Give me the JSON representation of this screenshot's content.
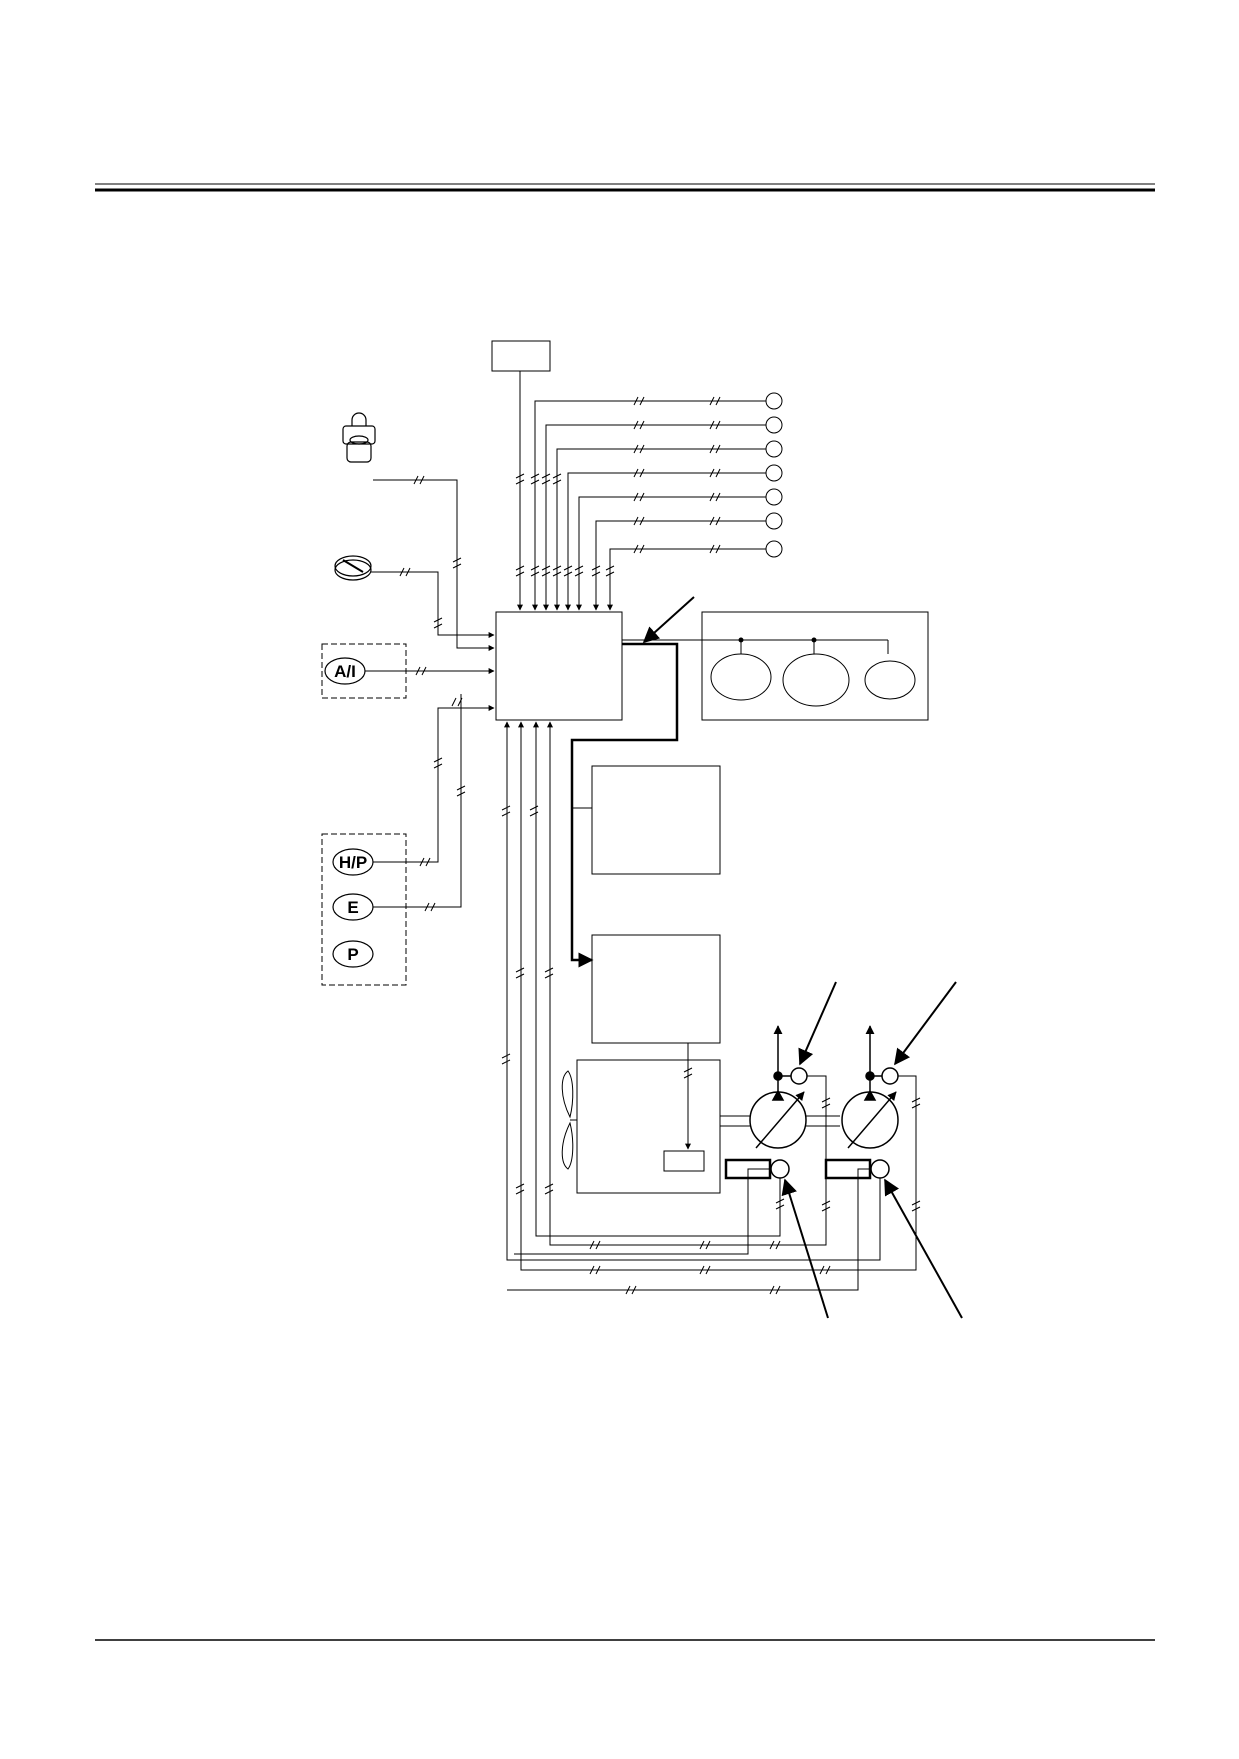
{
  "diagram": {
    "switch_labels": {
      "auto_idle": "A/I",
      "power_mode_hp": "H/P",
      "power_mode_e": "E",
      "power_mode_p": "P"
    }
  }
}
